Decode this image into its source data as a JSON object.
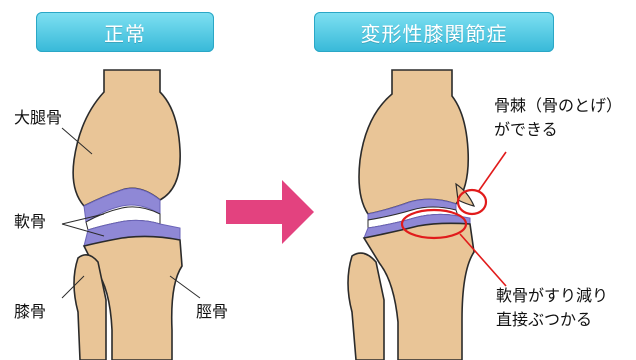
{
  "banners": {
    "normal": "正常",
    "oa": "変形性膝関節症"
  },
  "labels": {
    "femur": "大腿骨",
    "cartilage": "軟骨",
    "patella": "膝骨",
    "tibia": "脛骨",
    "osteophyte_line1": "骨棘（骨のとげ）",
    "osteophyte_line2": "ができる",
    "worn_line1": "軟骨がすり減り",
    "worn_line2": "直接ぶつかる"
  },
  "colors": {
    "banner": "#37b9d8",
    "bone": "#e9c597",
    "cartilage": "#8f88d6",
    "arrow": "#e3427f",
    "highlight": "#e11b1b"
  }
}
